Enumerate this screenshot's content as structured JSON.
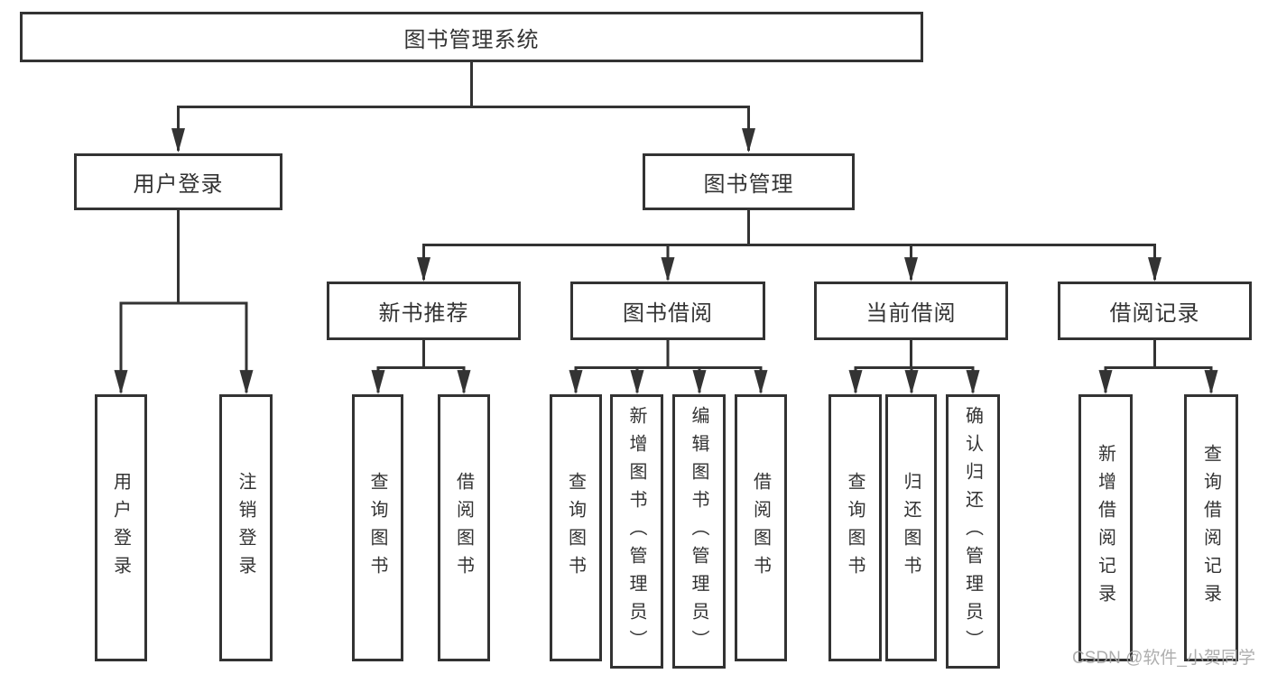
{
  "colors": {
    "line": "#333333",
    "box_border": "#333333",
    "text": "#333333",
    "watermark": "#a5a5a5",
    "background": "#ffffff"
  },
  "watermark": {
    "text": "CSDN @软件_小贺同学"
  },
  "tree": {
    "label": "图书管理系统",
    "children": [
      {
        "label": "用户登录",
        "children": [
          {
            "label": "用户登录"
          },
          {
            "label": "注销登录"
          }
        ]
      },
      {
        "label": "图书管理",
        "children": [
          {
            "label": "新书推荐",
            "children": [
              {
                "label": "查询图书"
              },
              {
                "label": "借阅图书"
              }
            ]
          },
          {
            "label": "图书借阅",
            "children": [
              {
                "label": "查询图书"
              },
              {
                "label": "新增图书（管理员）"
              },
              {
                "label": "编辑图书（管理员）"
              },
              {
                "label": "借阅图书"
              }
            ]
          },
          {
            "label": "当前借阅",
            "children": [
              {
                "label": "查询图书"
              },
              {
                "label": "归还图书"
              },
              {
                "label": "确认归还（管理员）"
              }
            ]
          },
          {
            "label": "借阅记录",
            "children": [
              {
                "label": "新增借阅记录"
              },
              {
                "label": "查询借阅记录"
              }
            ]
          }
        ]
      }
    ]
  }
}
